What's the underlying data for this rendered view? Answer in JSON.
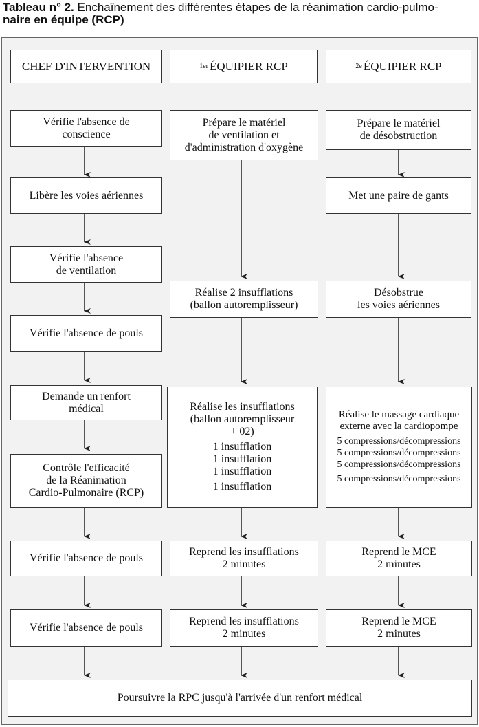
{
  "title": {
    "label": "Tableau n° 2.",
    "text": "Enchaînement des différentes étapes de la réanimation cardio-pulmo-",
    "text2": "naire en équipe (RCP)"
  },
  "headers": {
    "col1": "CHEF D'INTERVENTION",
    "col2_sup": "1er",
    "col2": "ÉQUIPIER RCP",
    "col3_sup": "2e",
    "col3": "ÉQUIPIER RCP"
  },
  "col1": {
    "step1": [
      "Vérifie l'absence de",
      "conscience"
    ],
    "step2": [
      "Libère les voies aériennes"
    ],
    "step3": [
      "Vérifie l'absence",
      "de ventilation"
    ],
    "step4": [
      "Vérifie l'absence de pouls"
    ],
    "step5": [
      "Demande un renfort",
      "médical"
    ],
    "step6": [
      "Contrôle l'efficacité",
      "de la Réanimation",
      "Cardio-Pulmonaire (RCP)"
    ],
    "step7": [
      "Vérifie l'absence de pouls"
    ],
    "step8": [
      "Vérifie l'absence de pouls"
    ]
  },
  "col2": {
    "step1": [
      "Prépare le matériel",
      "de ventilation et",
      "d'administration d'oxygène"
    ],
    "step2": [
      "Réalise 2 insufflations",
      "(ballon autoremplisseur)"
    ],
    "step3": [
      "Réalise les insufflations",
      "(ballon autoremplisseur",
      "+ 02)"
    ],
    "step3_items": [
      "1 insufflation",
      "1 insufflation",
      "1 insufflation",
      "1 insufflation"
    ],
    "step4": [
      "Reprend les insufflations",
      "2 minutes"
    ],
    "step5": [
      "Reprend les insufflations",
      "2 minutes"
    ]
  },
  "col3": {
    "step1": [
      "Prépare le matériel",
      "de désobstruction"
    ],
    "step2": [
      "Met une paire de gants"
    ],
    "step3": [
      "Désobstrue",
      "les voies aériennes"
    ],
    "step4": [
      "Réalise le massage cardiaque",
      "externe avec la cardiopompe"
    ],
    "step4_items": [
      "5 compressions/décompressions",
      "5 compressions/décompressions",
      "5 compressions/décompressions",
      "5 compressions/décompressions"
    ],
    "step5": [
      "Reprend le MCE",
      "2 minutes"
    ],
    "step6": [
      "Reprend le MCE",
      "2 minutes"
    ]
  },
  "footer": {
    "text": "Poursuivre la RPC jusqu'à l'arrivée d'un renfort médical"
  }
}
